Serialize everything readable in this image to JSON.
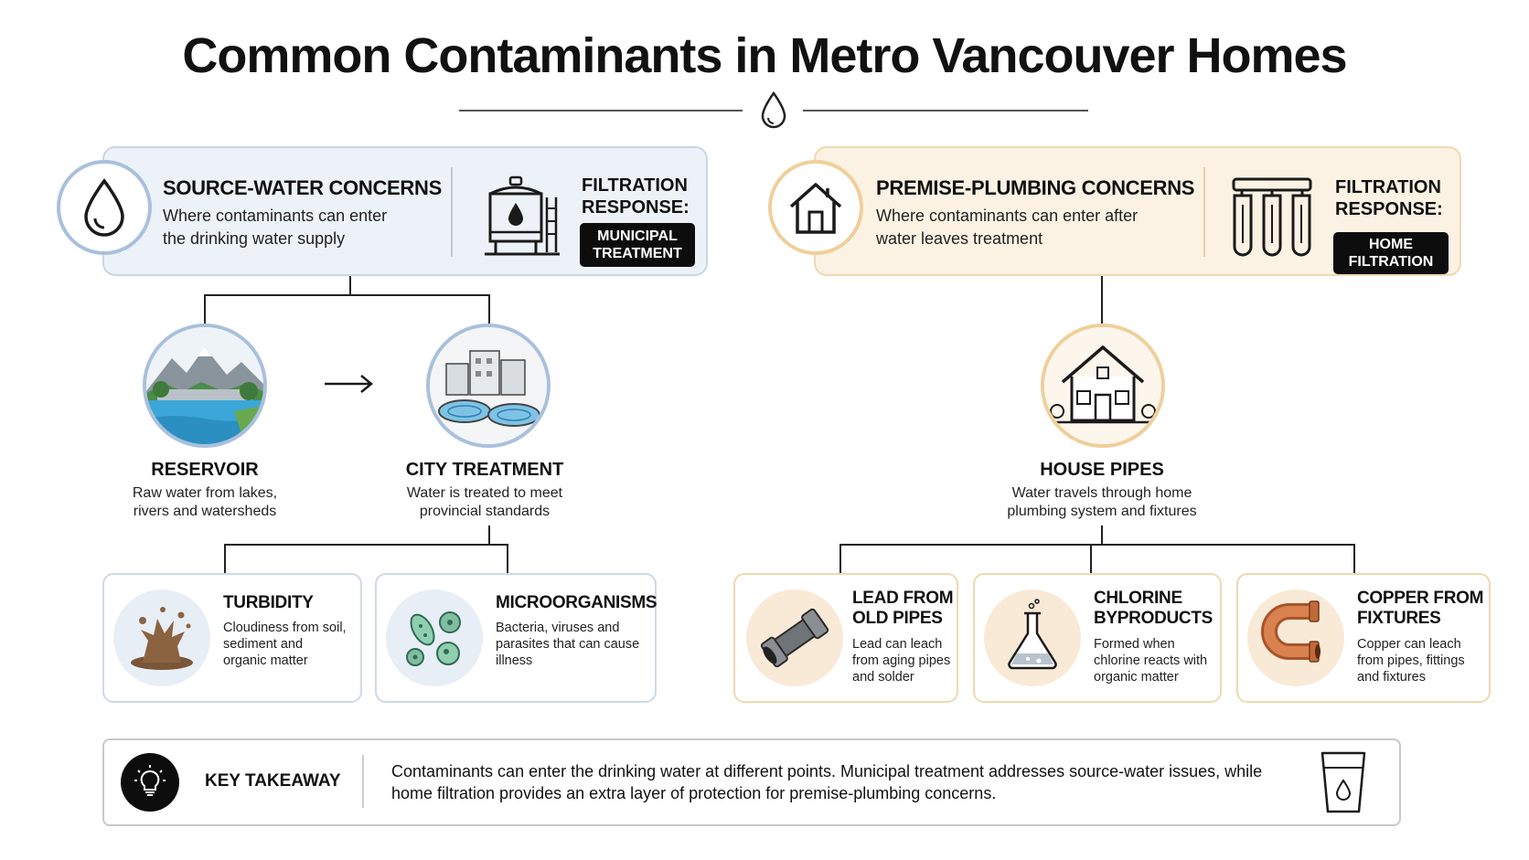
{
  "title": "Common Contaminants in Metro Vancouver Homes",
  "source_panel": {
    "icon": "water-drop-icon",
    "title": "SOURCE-WATER CONCERNS",
    "description": "Where contaminants can enter the drinking water supply",
    "filtration_label": "FILTRATION RESPONSE:",
    "filtration_icon": "water-tower-icon",
    "filtration_badge": "MUNICIPAL TREATMENT"
  },
  "plumbing_panel": {
    "icon": "house-icon",
    "title": "PREMISE-PLUMBING CONCERNS",
    "description": "Where contaminants can enter after water leaves treatment",
    "filtration_label": "FILTRATION RESPONSE:",
    "filtration_icon": "filter-cartridges-icon",
    "filtration_badge": "HOME FILTRATION"
  },
  "nodes": {
    "reservoir": {
      "label": "RESERVOIR",
      "description": "Raw water from lakes, rivers and watersheds"
    },
    "city_treatment": {
      "label": "CITY TREATMENT",
      "description": "Water is treated to meet provincial standards"
    },
    "house_pipes": {
      "label": "HOUSE PIPES",
      "description": "Water travels through home plumbing system and fixtures"
    }
  },
  "source_cards": [
    {
      "title": "TURBIDITY",
      "description": "Cloudiness from soil, sediment and organic matter",
      "icon": "mud-splash-icon"
    },
    {
      "title": "MICROORGANISMS",
      "description": "Bacteria, viruses and parasites that can cause illness",
      "icon": "microbes-icon"
    }
  ],
  "plumbing_cards": [
    {
      "title": "LEAD FROM OLD PIPES",
      "description": "Lead can leach from aging pipes and solder",
      "icon": "lead-pipe-icon"
    },
    {
      "title": "CHLORINE BYPRODUCTS",
      "description": "Formed when chlorine reacts with organic matter",
      "icon": "flask-icon"
    },
    {
      "title": "COPPER FROM FIXTURES",
      "description": "Copper can leach from pipes, fittings and fixtures",
      "icon": "copper-pipe-icon"
    }
  ],
  "takeaway": {
    "label": "KEY TAKEAWAY",
    "text": "Contaminants can enter the drinking water at different points. Municipal treatment addresses source-water issues, while home filtration provides an extra layer of protection for premise-plumbing concerns.",
    "icon": "lightbulb-icon",
    "end_icon": "water-glass-icon"
  },
  "colors": {
    "blue_accent": "#a9c0dc",
    "blue_panel": "#edf2f8",
    "orange_accent": "#efcf9a",
    "orange_panel": "#fbf2e4",
    "badge": "#0d0d0d"
  }
}
